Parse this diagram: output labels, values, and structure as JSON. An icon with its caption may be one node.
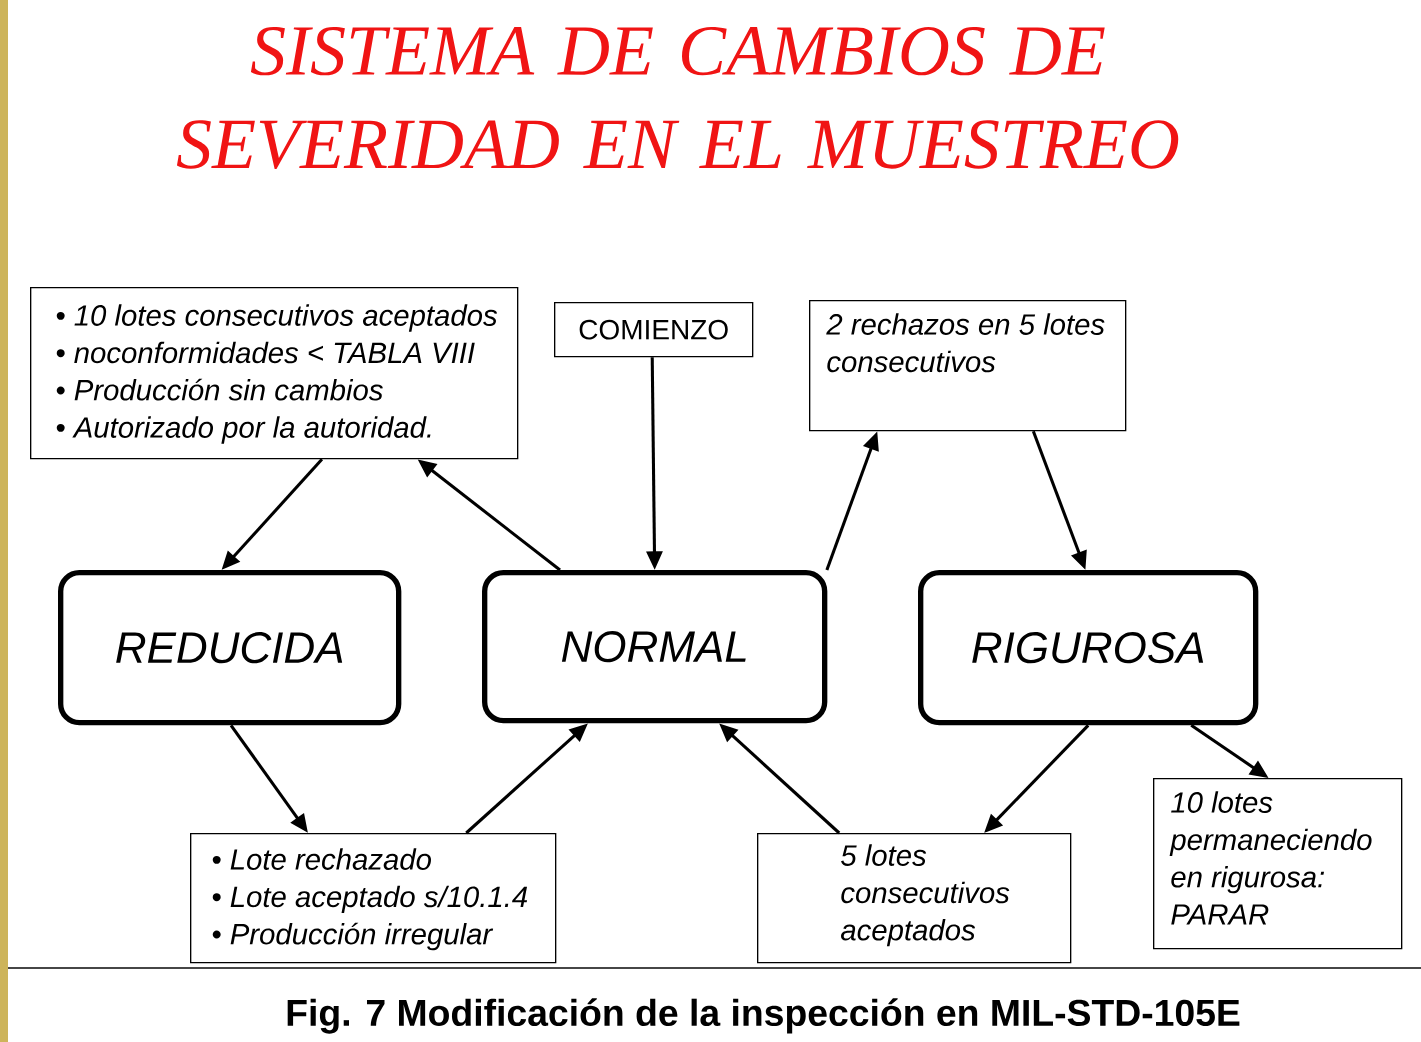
{
  "diagram": {
    "title": "SISTEMA DE CAMBIOS DE SEVERIDAD EN EL MUESTREO",
    "caption": "Fig. 7 Modificación de la inspección en MIL-STD-105E",
    "nodes": [
      {
        "text": [
          "• 10 lotes consecutivos aceptados",
          "• noconformidades < TABLA VIII",
          "• Producción sin cambios",
          "• Autorizado por la autoridad."
        ]
      },
      {
        "text": [
          "COMIENZO"
        ]
      },
      {
        "text": [
          "2 rechazos en 5 lotes consecutivos"
        ]
      },
      {
        "text": [
          "REDUCIDA"
        ]
      },
      {
        "text": [
          "NORMAL"
        ]
      },
      {
        "text": [
          "RIGUROSA"
        ]
      },
      {
        "text": [
          "• Lote rechazado",
          "• Lote aceptado s/10.1.4",
          "• Producción irregular"
        ]
      },
      {
        "text": [
          "5 lotes consecutivos aceptados"
        ]
      },
      {
        "text": [
          "10 lotes permaneciendo en rigurosa: PARAR"
        ]
      }
    ],
    "edges": [
      {
        "from": 0,
        "to": 3,
        "arrow": "to"
      },
      {
        "from": 4,
        "to": 0,
        "arrow": "to"
      },
      {
        "from": 1,
        "to": 4,
        "arrow": "to"
      },
      {
        "from": 4,
        "to": 2,
        "arrow": "to"
      },
      {
        "from": 2,
        "to": 5,
        "arrow": "to"
      },
      {
        "from": 3,
        "to": 6,
        "arrow": "to"
      },
      {
        "from": 6,
        "to": 4,
        "arrow": "to"
      },
      {
        "from": 7,
        "to": 4,
        "arrow": "to"
      },
      {
        "from": 5,
        "to": 7,
        "arrow": "to"
      },
      {
        "from": 5,
        "to": 8,
        "arrow": "to"
      }
    ]
  }
}
